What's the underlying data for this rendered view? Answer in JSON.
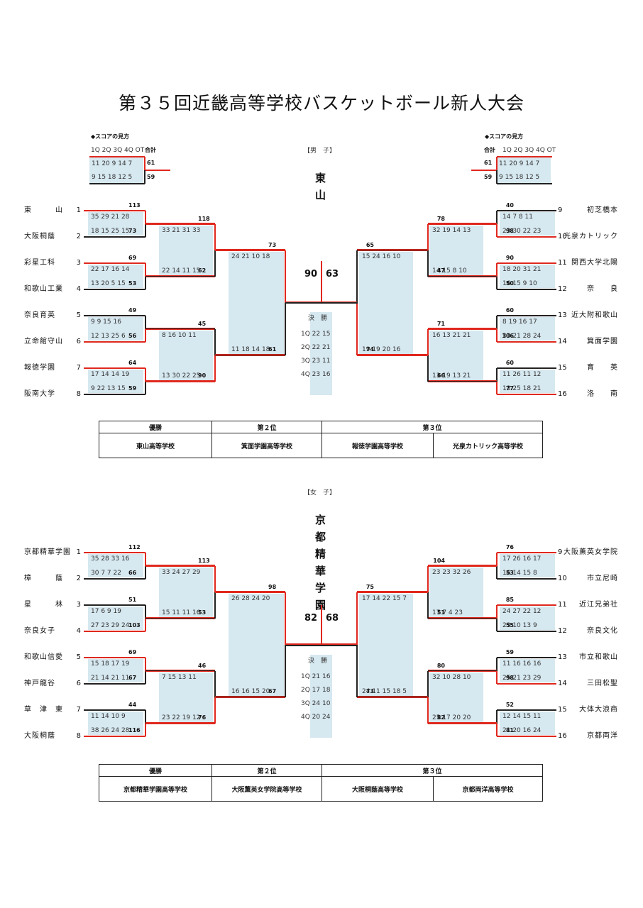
{
  "title": "第３５回近畿高等学校バスケットボール新人大会",
  "legend": {
    "heading": "◆スコアの見方",
    "quarters_header": "1Q 2Q 3Q 4Q OT",
    "total_label": "合計",
    "sample_row1": "11 20 9 14 7",
    "sample_row2": "9 15 18 12 5",
    "sample_total1": "61",
    "sample_total2": "59"
  },
  "boys": {
    "label": "【男　子】",
    "champion_name": [
      "東",
      "山"
    ],
    "final_score_left": "90",
    "final_score_right": "63",
    "final_label": "決　勝",
    "final_quarters": [
      "1Q 22 15",
      "2Q 22 21",
      "3Q 23 11",
      "4Q 23 16"
    ],
    "left_teams": [
      {
        "name": "東　　　山",
        "seed": "1"
      },
      {
        "name": "大阪桐蔭",
        "seed": "2"
      },
      {
        "name": "彩星工科",
        "seed": "3"
      },
      {
        "name": "和歌山工業",
        "seed": "4"
      },
      {
        "name": "奈良育英",
        "seed": "5"
      },
      {
        "name": "立命館守山",
        "seed": "6"
      },
      {
        "name": "報徳学園",
        "seed": "7"
      },
      {
        "name": "阪南大学",
        "seed": "8"
      }
    ],
    "right_teams": [
      {
        "name": "初芝橋本",
        "seed": "9"
      },
      {
        "name": "光泉カトリック",
        "seed": "10"
      },
      {
        "name": "関西大学北陽",
        "seed": "11"
      },
      {
        "name": "奈　　良",
        "seed": "12"
      },
      {
        "name": "近大附和歌山",
        "seed": "13"
      },
      {
        "name": "箕面学園",
        "seed": "14"
      },
      {
        "name": "育　　英",
        "seed": "15"
      },
      {
        "name": "洛　　南",
        "seed": "16"
      }
    ],
    "r1_left": [
      {
        "q1": "35 29 21 28",
        "q2": "18 15 25 15",
        "s1": "113",
        "s2": "73"
      },
      {
        "q1": "22 17 16 14",
        "q2": "13 20 5 15",
        "s1": "69",
        "s2": "53"
      },
      {
        "q1": "9 9 15 16",
        "q2": "12 13 25 6",
        "s1": "49",
        "s2": "56"
      },
      {
        "q1": "17 14 14 19",
        "q2": "9 22 13 15",
        "s1": "64",
        "s2": "59"
      }
    ],
    "r1_right": [
      {
        "q1": "14 7 8 11",
        "q2": "23 30 22 23",
        "s1": "40",
        "s2": "98"
      },
      {
        "q1": "18 20 31 21",
        "q2": "16 15 9 10",
        "s1": "90",
        "s2": "50"
      },
      {
        "q1": "8 19 16 17",
        "q2": "33 21 28 24",
        "s1": "60",
        "s2": "106"
      },
      {
        "q1": "11 26 11 12",
        "q2": "13 25 18 21",
        "s1": "60",
        "s2": "77"
      }
    ],
    "r2_left": [
      {
        "q1": "33 21 31 33",
        "q2": "22 14 11 15",
        "s1": "118",
        "s2": "62"
      },
      {
        "q1": "8 16 10 11",
        "q2": "13 30 22 25",
        "s1": "45",
        "s2": "90"
      }
    ],
    "r2_right": [
      {
        "q1": "32 19 14 13",
        "q2": "14 15 8 10",
        "s1": "78",
        "s2": "47"
      },
      {
        "q1": "16 13 21 21",
        "q2": "13 19 13 21",
        "s1": "71",
        "s2": "66"
      }
    ],
    "sf_left": {
      "q1": "24 21 10 18",
      "q2": "11 18 14 18",
      "s1": "73",
      "s2": "61"
    },
    "sf_right": {
      "q1": "15 24 16 10",
      "q2": "19 19 20 16",
      "s1": "65",
      "s2": "74"
    },
    "results": {
      "winner_h": "優勝",
      "second_h": "第２位",
      "third_h": "第３位",
      "winner": "東山高等学校",
      "second": "箕面学園高等学校",
      "third1": "報徳学園高等学校",
      "third2": "光泉カトリック高等学校"
    }
  },
  "girls": {
    "label": "【女　子】",
    "champion_name": [
      "京",
      "都",
      "精",
      "華",
      "学",
      "園"
    ],
    "final_score_left": "82",
    "final_score_right": "68",
    "final_label": "決　勝",
    "final_quarters": [
      "1Q 21 16",
      "2Q 17 18",
      "3Q 24 10",
      "4Q 20 24"
    ],
    "left_teams": [
      {
        "name": "京都精華学園",
        "seed": "1"
      },
      {
        "name": "樟　　　蔭",
        "seed": "2"
      },
      {
        "name": "星　　　林",
        "seed": "3"
      },
      {
        "name": "奈良女子",
        "seed": "4"
      },
      {
        "name": "和歌山信愛",
        "seed": "5"
      },
      {
        "name": "神戸龍谷",
        "seed": "6"
      },
      {
        "name": "草　津　東",
        "seed": "7"
      },
      {
        "name": "大阪桐蔭",
        "seed": "8"
      }
    ],
    "right_teams": [
      {
        "name": "大阪薫英女学院",
        "seed": "9"
      },
      {
        "name": "市立尼崎",
        "seed": "10"
      },
      {
        "name": "近江兄弟社",
        "seed": "11"
      },
      {
        "name": "奈良文化",
        "seed": "12"
      },
      {
        "name": "市立和歌山",
        "seed": "13"
      },
      {
        "name": "三田松聖",
        "seed": "14"
      },
      {
        "name": "大体大浪商",
        "seed": "15"
      },
      {
        "name": "京都両洋",
        "seed": "16"
      }
    ],
    "r1_left": [
      {
        "q1": "35 28 33 16",
        "q2": "30 7 7 22",
        "s1": "112",
        "s2": "66"
      },
      {
        "q1": "17 6 9 19",
        "q2": "27 23 29 24",
        "s1": "51",
        "s2": "103"
      },
      {
        "q1": "15 18 17 19",
        "q2": "21 14 21 11",
        "s1": "69",
        "s2": "67"
      },
      {
        "q1": "11 14 10 9",
        "q2": "38 26 24 28",
        "s1": "44",
        "s2": "116"
      }
    ],
    "r1_right": [
      {
        "q1": "17 26 16 17",
        "q2": "16 14 15 8",
        "s1": "76",
        "s2": "53"
      },
      {
        "q1": "24 27 22 12",
        "q2": "23 10 13 9",
        "s1": "85",
        "s2": "55"
      },
      {
        "q1": "11 16 16 16",
        "q2": "25 21 23 29",
        "s1": "59",
        "s2": "98"
      },
      {
        "q1": "12 14 15 11",
        "q2": "21 20 16 24",
        "s1": "52",
        "s2": "81"
      }
    ],
    "r2_left": [
      {
        "q1": "33 24 27 29",
        "q2": "15 11 11 16",
        "s1": "113",
        "s2": "53"
      },
      {
        "q1": "7 15 13 11",
        "q2": "23 22 19 12",
        "s1": "46",
        "s2": "76"
      }
    ],
    "r2_right": [
      {
        "q1": "23 23 32 26",
        "q2": "17 7 4 23",
        "s1": "104",
        "s2": "51"
      },
      {
        "q1": "32 10 28 10",
        "q2": "25 17 20 20",
        "s1": "80",
        "s2": "82"
      }
    ],
    "sf_left": {
      "q1": "26 28 24 20",
      "q2": "16 16 15 20",
      "s1": "98",
      "s2": "67"
    },
    "sf_right": {
      "q1": "17 14 22 15 7",
      "q2": "24 11 15 18 5",
      "s1": "75",
      "s2": "73"
    },
    "results": {
      "winner_h": "優勝",
      "second_h": "第２位",
      "third_h": "第３位",
      "winner": "京都精華学園高等学校",
      "second": "大阪薫英女学院高等学校",
      "third1": "大阪桐蔭高等学校",
      "third2": "京都両洋高等学校"
    }
  },
  "colors": {
    "winner_line": "#e0281e",
    "loser_line": "#222222",
    "score_box": "#d6e8f0"
  }
}
